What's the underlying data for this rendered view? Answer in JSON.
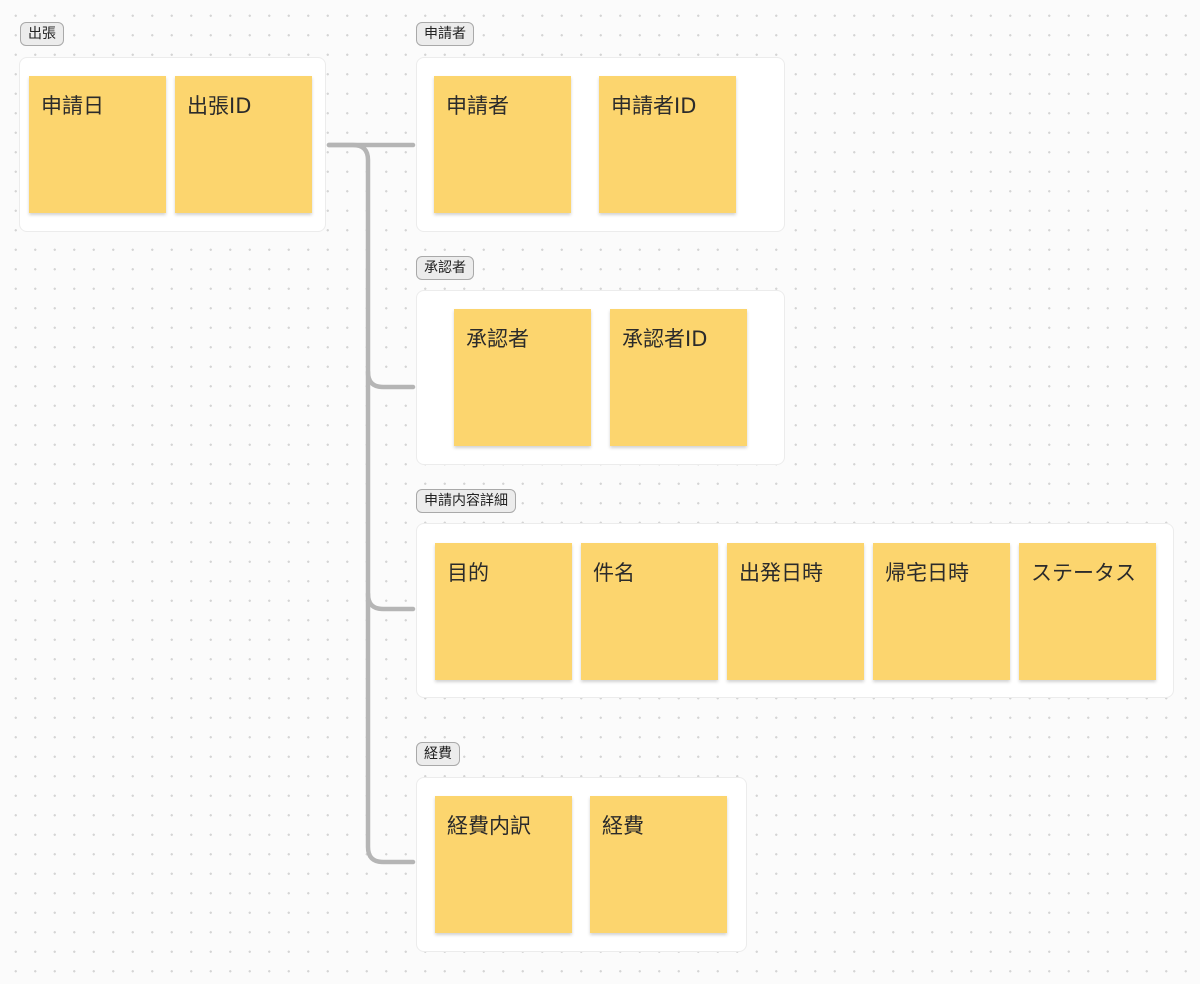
{
  "colors": {
    "sticky": "#fcd56e",
    "connector": "#b5b5b5",
    "tag_background": "#ececec",
    "tag_border": "#a9a9a9",
    "frame_background": "#ffffff"
  },
  "sections": {
    "trip": {
      "label": "出張",
      "notes": [
        "申請日",
        "出張ID"
      ]
    },
    "applicant": {
      "label": "申請者",
      "notes": [
        "申請者",
        "申請者ID"
      ]
    },
    "approver": {
      "label": "承認者",
      "notes": [
        "承認者",
        "承認者ID"
      ]
    },
    "details": {
      "label": "申請内容詳細",
      "notes": [
        "目的",
        "件名",
        "出発日時",
        "帰宅日時",
        "ステータス"
      ]
    },
    "expenses": {
      "label": "経費",
      "notes": [
        "経費内訳",
        "経費"
      ]
    }
  }
}
